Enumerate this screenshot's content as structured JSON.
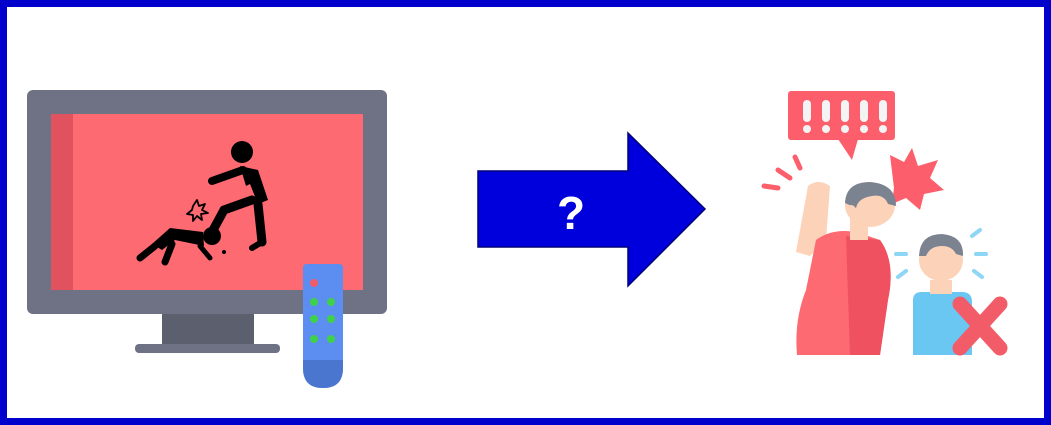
{
  "diagram": {
    "arrow_label": "?",
    "colors": {
      "border": "#0000cc",
      "arrow": "#0000dd",
      "tv_frame": "#6e7284",
      "tv_screen": "#fe6a72",
      "remote": "#5b8ef0",
      "remote_buttons": "#3fd14a",
      "speech_bubble": "#fc5f6b",
      "adult_shirt": "#fe6a72",
      "child_shirt": "#6ac7f2",
      "cross": "#f25c68"
    },
    "nodes": [
      {
        "id": "tv-violence",
        "icon": "tv-with-violent-scene-icon"
      },
      {
        "id": "aggressive-behavior",
        "icon": "angry-adult-scolding-child-icon"
      }
    ],
    "edges": [
      {
        "from": "tv-violence",
        "to": "aggressive-behavior",
        "label": "?"
      }
    ]
  }
}
